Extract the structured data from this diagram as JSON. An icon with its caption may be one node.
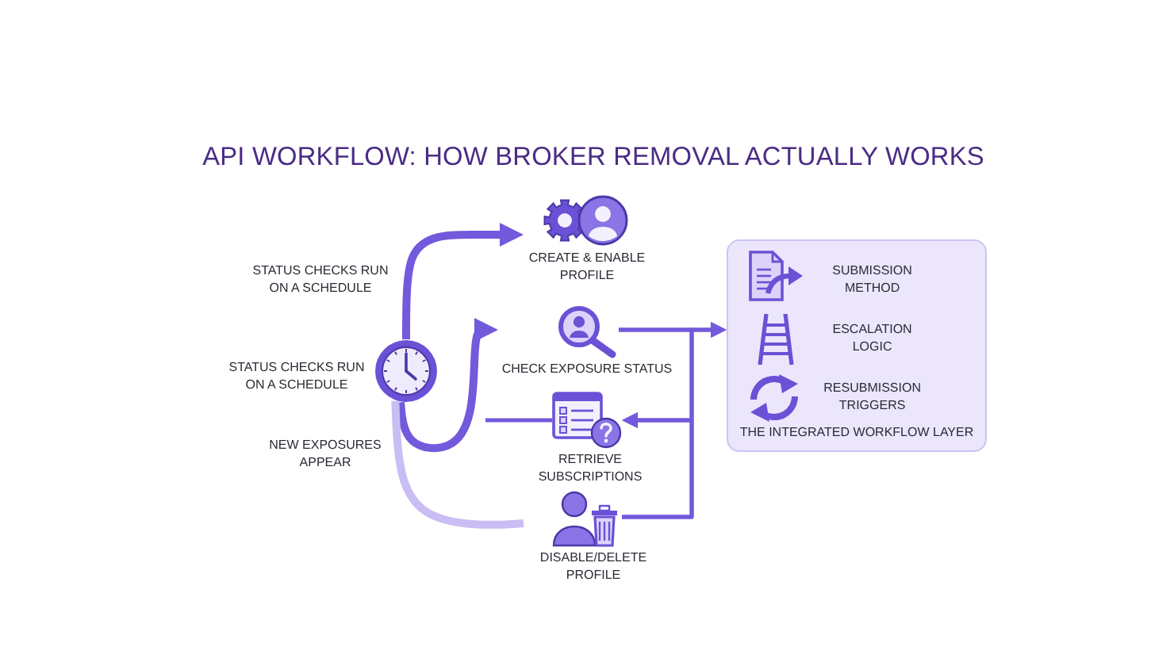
{
  "diagram": {
    "title": "API WORKFLOW: HOW BROKER REMOVAL ACTUALLY WORKS",
    "nodes": [
      {
        "text": [],
        "shape": "picture",
        "beside": [
          "STATUS CHECKS RUN ON A SCHEDULE"
        ]
      },
      {
        "text": [
          "CREATE & ENABLE PROFILE"
        ]
      },
      {
        "text": [
          "CHECK EXPOSURE STATUS"
        ]
      },
      {
        "text": [
          "RETRIEVE SUBSCRIPTIONS"
        ]
      },
      {
        "text": [
          "DISABLE/DELETE PROFILE"
        ]
      },
      {
        "text": [
          "SUBMISSION METHOD",
          "ESCALATION LOGIC",
          "RESUBMISSION TRIGGERS",
          "THE INTEGRATED WORKFLOW LAYER"
        ]
      }
    ],
    "edges": [
      {
        "from": 0,
        "to": 1,
        "arrow": "to",
        "style": "thick"
      },
      {
        "from": 0,
        "to": 2,
        "arrow": "to",
        "style": "thick"
      },
      {
        "from": 0,
        "to": 4,
        "arrow": "none",
        "style": "thick",
        "color": "#c9bdf4"
      },
      {
        "from": null,
        "to": 3,
        "arrow": "none"
      },
      {
        "from": 2,
        "to": 5,
        "arrow": "to"
      },
      {
        "from": 2,
        "to": 3,
        "arrow": "to"
      },
      {
        "from": 4,
        "to": 5,
        "arrow": "to"
      },
      {
        "from": 4,
        "to": 3,
        "arrow": "to"
      }
    ],
    "labels": [
      "STATUS CHECKS RUN ON A SCHEDULE",
      "NEW EXPOSURES APPEAR"
    ]
  }
}
